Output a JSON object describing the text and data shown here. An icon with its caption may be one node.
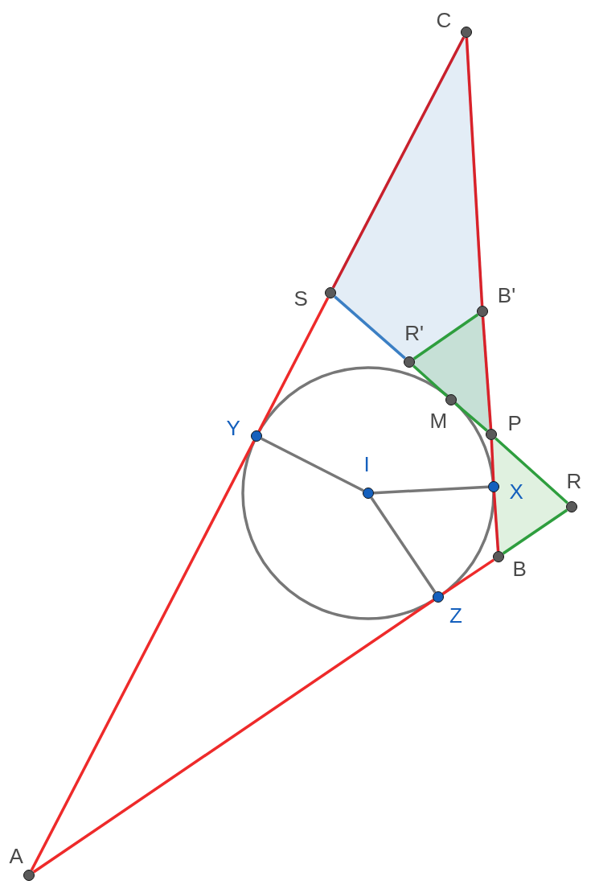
{
  "diagram": {
    "nodes": [
      {
        "text": [
          "C"
        ]
      },
      {
        "text": [
          "S"
        ]
      },
      {
        "text": [
          "B'"
        ]
      },
      {
        "text": [
          "R'"
        ]
      },
      {
        "text": [
          "M"
        ]
      },
      {
        "text": [
          "Y"
        ]
      },
      {
        "text": [
          "P"
        ]
      },
      {
        "text": [
          "I"
        ]
      },
      {
        "text": [
          "X"
        ]
      },
      {
        "text": [
          "R"
        ]
      },
      {
        "text": [
          "B"
        ]
      },
      {
        "text": [
          "Z"
        ]
      },
      {
        "text": [
          "A"
        ]
      }
    ],
    "edges": [
      {
        "from": 12,
        "to": 5,
        "arrow": "none",
        "color": "#ee2a2a"
      },
      {
        "from": 5,
        "to": 1,
        "arrow": "none",
        "color": "#ee2a2a"
      },
      {
        "from": 1,
        "to": 0,
        "arrow": "none",
        "color": "#c8202c"
      },
      {
        "from": 0,
        "to": 2,
        "arrow": "none",
        "color": "#d8222a"
      },
      {
        "from": 2,
        "to": 6,
        "arrow": "none",
        "color": "#d8222a"
      },
      {
        "from": 6,
        "to": 8,
        "arrow": "none",
        "color": "#d8222a"
      },
      {
        "from": 8,
        "to": 10,
        "arrow": "none",
        "color": "#d8222a"
      },
      {
        "from": 10,
        "to": 11,
        "arrow": "none",
        "color": "#ee2a2a"
      },
      {
        "from": 11,
        "to": 12,
        "arrow": "none",
        "color": "#ee2a2a"
      },
      {
        "from": 1,
        "to": 3,
        "arrow": "none",
        "color": "#3b7fc4"
      },
      {
        "from": 3,
        "to": 2,
        "arrow": "none",
        "color": "#2e9e3e"
      },
      {
        "from": 3,
        "to": 4,
        "arrow": "none",
        "color": "#2e9e3e"
      },
      {
        "from": 4,
        "to": 6,
        "arrow": "none",
        "color": "#2e9e3e"
      },
      {
        "from": 6,
        "to": 9,
        "arrow": "none",
        "color": "#2e9e3e"
      },
      {
        "from": 9,
        "to": 10,
        "arrow": "none",
        "color": "#2e9e3e"
      },
      {
        "from": 5,
        "to": 7,
        "arrow": "none",
        "color": "#777777"
      },
      {
        "from": 7,
        "to": 8,
        "arrow": "none",
        "color": "#777777"
      },
      {
        "from": 7,
        "to": 11,
        "arrow": "none",
        "color": "#777777"
      }
    ]
  }
}
